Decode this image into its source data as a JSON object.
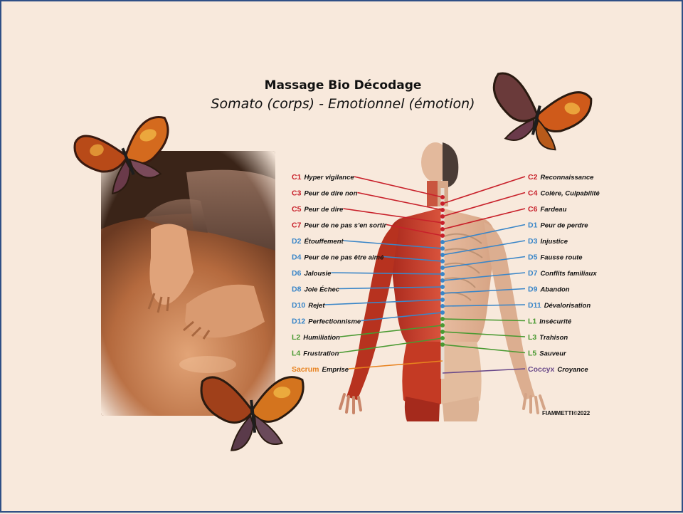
{
  "title": "Massage Bio Décodage",
  "subtitle": "Somato (corps) - Emotionnel (émotion)",
  "copyright": "FIAMMETTI©2022",
  "colors": {
    "cervical": "#c8202a",
    "dorsal": "#3a86c8",
    "lumbar": "#4a9a32",
    "sacrum": "#e8821e",
    "coccyx": "#6a4a8a"
  },
  "left_labels": [
    {
      "code": "C1",
      "text": "Hyper vigilance",
      "group": "cervical"
    },
    {
      "code": "C3",
      "text": "Peur de dire non",
      "group": "cervical"
    },
    {
      "code": "C5",
      "text": "Peur de dire",
      "group": "cervical"
    },
    {
      "code": "C7",
      "text": "Peur de ne pas s'en sortir",
      "group": "cervical"
    },
    {
      "code": "D2",
      "text": "Étouffement",
      "group": "dorsal"
    },
    {
      "code": "D4",
      "text": "Peur de ne pas être aimé",
      "group": "dorsal"
    },
    {
      "code": "D6",
      "text": "Jalousie",
      "group": "dorsal"
    },
    {
      "code": "D8",
      "text": "Joie Échec",
      "group": "dorsal"
    },
    {
      "code": "D10",
      "text": "Rejet",
      "group": "dorsal"
    },
    {
      "code": "D12",
      "text": "Perfectionnisme",
      "group": "dorsal"
    },
    {
      "code": "L2",
      "text": "Humiliation",
      "group": "lumbar"
    },
    {
      "code": "L4",
      "text": "Frustration",
      "group": "lumbar"
    },
    {
      "code": "Sacrum",
      "text": "Emprise",
      "group": "sacrum"
    }
  ],
  "right_labels": [
    {
      "code": "C2",
      "text": "Reconnaissance",
      "group": "cervical"
    },
    {
      "code": "C4",
      "text": "Colère, Culpabilité",
      "group": "cervical"
    },
    {
      "code": "C6",
      "text": "Fardeau",
      "group": "cervical"
    },
    {
      "code": "D1",
      "text": "Peur de perdre",
      "group": "dorsal"
    },
    {
      "code": "D3",
      "text": "Injustice",
      "group": "dorsal"
    },
    {
      "code": "D5",
      "text": "Fausse route",
      "group": "dorsal"
    },
    {
      "code": "D7",
      "text": "Conflits familiaux",
      "group": "dorsal"
    },
    {
      "code": "D9",
      "text": "Abandon",
      "group": "dorsal"
    },
    {
      "code": "D11",
      "text": "Dévalorisation",
      "group": "dorsal"
    },
    {
      "code": "L1",
      "text": "Insécurité",
      "group": "lumbar"
    },
    {
      "code": "L3",
      "text": "Trahison",
      "group": "lumbar"
    },
    {
      "code": "L5",
      "text": "Sauveur",
      "group": "lumbar"
    },
    {
      "code": "Coccyx",
      "text": "Croyance",
      "group": "coccyx"
    }
  ],
  "images": {
    "photo": "massage-photo",
    "figure": "anatomy-back-figure",
    "butterfly": "butterfly-icon"
  }
}
